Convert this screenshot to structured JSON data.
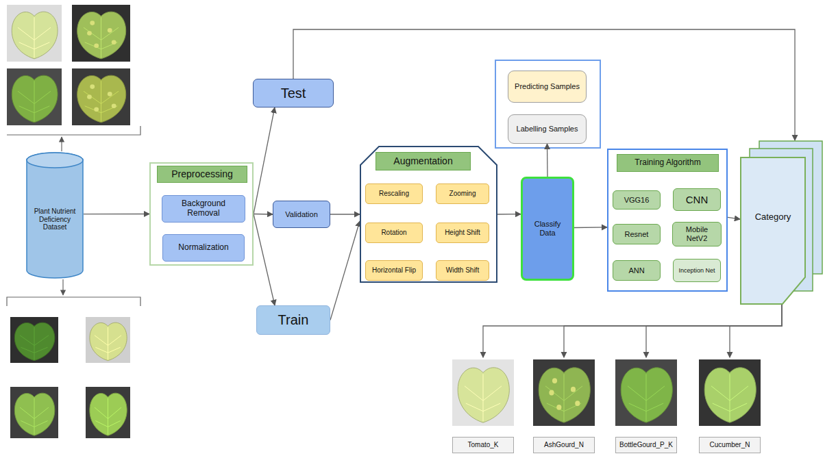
{
  "diagram": {
    "nodes": [
      {
        "text": [
          "Plant Nutrient Deficiency Dataset"
        ]
      },
      {
        "text": [
          "Preprocessing"
        ]
      },
      {
        "text": [
          "Background Removal"
        ],
        "in": 1
      },
      {
        "text": [
          "Normalization"
        ],
        "in": 1
      },
      {
        "text": [
          "Test"
        ]
      },
      {
        "text": [
          "Validation"
        ]
      },
      {
        "text": [
          "Train"
        ]
      },
      {
        "text": [
          "Augmentation"
        ]
      },
      {
        "text": [
          "Rescaling"
        ],
        "in": 7
      },
      {
        "text": [
          "Zooming"
        ],
        "in": 7
      },
      {
        "text": [
          "Rotation"
        ],
        "in": 7
      },
      {
        "text": [
          "Height Shift"
        ],
        "in": 7
      },
      {
        "text": [
          "Horizontal Flip"
        ],
        "in": 7
      },
      {
        "text": [
          "Width Shift"
        ],
        "in": 7
      },
      {
        "text": [
          "Predicting Samples"
        ]
      },
      {
        "text": [
          "Labelling Samples"
        ]
      },
      {
        "text": [
          "Classify Data"
        ]
      },
      {
        "text": [
          "Training Algorithm"
        ]
      },
      {
        "text": [
          "VGG16"
        ],
        "in": 17
      },
      {
        "text": [
          "CNN"
        ],
        "in": 17
      },
      {
        "text": [
          "Resnet"
        ],
        "in": 17
      },
      {
        "text": [
          "Mobile NetV2"
        ],
        "in": 17
      },
      {
        "text": [
          "ANN"
        ],
        "in": 17
      },
      {
        "text": [
          "Inception Net"
        ],
        "in": 17
      },
      {
        "text": [
          "Category"
        ]
      },
      {
        "text": [
          "Tomato_K"
        ]
      },
      {
        "text": [
          "AshGourd_N"
        ]
      },
      {
        "text": [
          "BottleGourd_P_K"
        ]
      },
      {
        "text": [
          "Cucumber_N"
        ]
      }
    ],
    "edges": [
      {
        "from": 0,
        "to": 1,
        "arrow": "to"
      },
      {
        "from": 1,
        "to": 4,
        "arrow": "to"
      },
      {
        "from": 1,
        "to": 5,
        "arrow": "to"
      },
      {
        "from": 1,
        "to": 6,
        "arrow": "to"
      },
      {
        "from": 5,
        "to": 7,
        "arrow": "to"
      },
      {
        "from": 6,
        "to": 7,
        "arrow": "to"
      },
      {
        "from": 4,
        "to": 24,
        "arrow": "to"
      },
      {
        "from": 7,
        "to": 16,
        "arrow": "to"
      },
      {
        "from": 16,
        "to": 15,
        "arrow": "to"
      },
      {
        "from": 16,
        "to": 17,
        "arrow": "to"
      },
      {
        "from": 17,
        "to": 24,
        "arrow": "to"
      },
      {
        "from": 24,
        "to": 25,
        "arrow": "to"
      },
      {
        "from": 24,
        "to": 26,
        "arrow": "to"
      },
      {
        "from": 24,
        "to": 27,
        "arrow": "to"
      },
      {
        "from": 24,
        "to": 28,
        "arrow": "to"
      }
    ]
  }
}
